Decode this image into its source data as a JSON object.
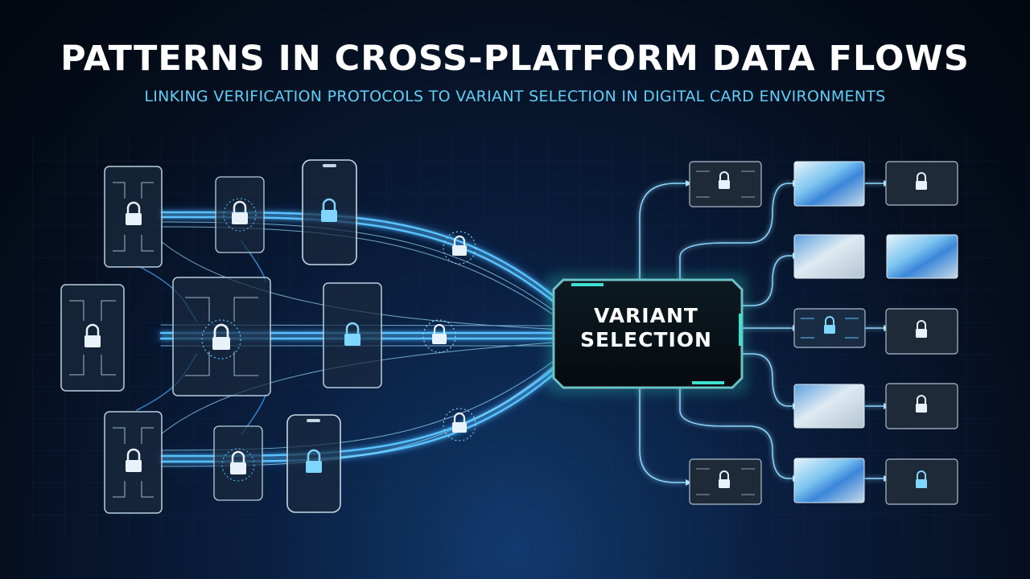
{
  "header": {
    "title": "PATTERNS IN CROSS-PLATFORM DATA FLOWS",
    "subtitle": "LINKING VERIFICATION PROTOCOLS TO VARIANT SELECTION IN DIGITAL CARD ENVIRONMENTS"
  },
  "hub": {
    "line1": "VARIANT",
    "line2": "SELECTION"
  },
  "colors": {
    "background": "#050d1c",
    "accent_cyan": "#5fd0f5",
    "flow_blue": "#3aa8ff",
    "hub_border": "#3fe0d0",
    "text": "#ffffff"
  },
  "icons": {
    "device": "lock-icon",
    "card": "card-icon"
  }
}
